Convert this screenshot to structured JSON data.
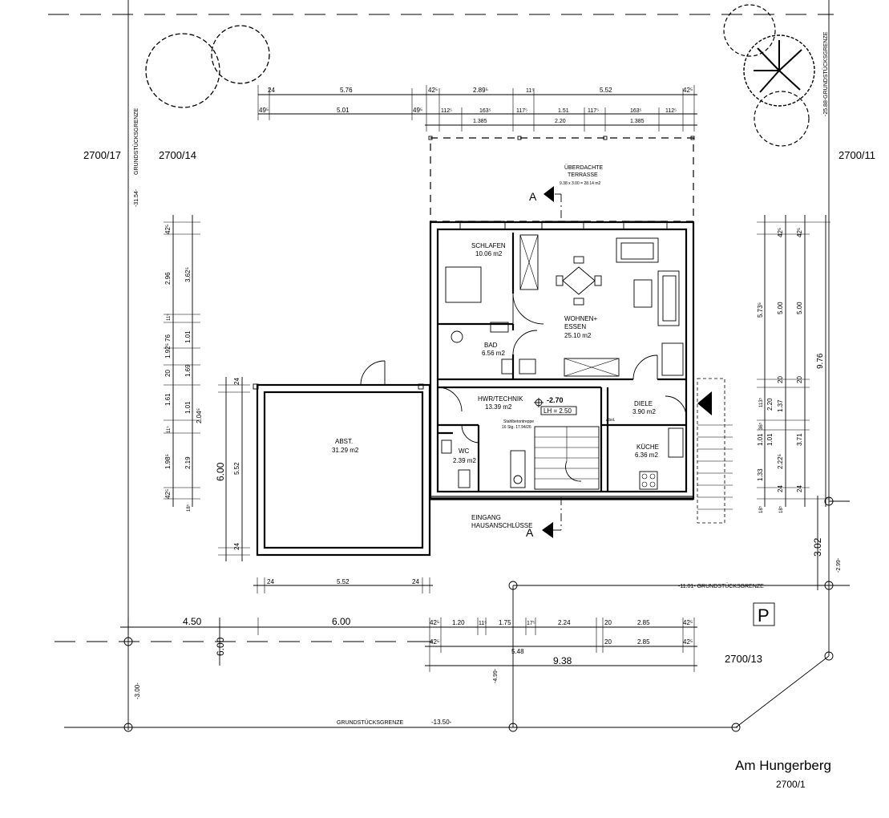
{
  "parcels": {
    "p2700_17": "2700/17",
    "p2700_14": "2700/14",
    "p2700_11": "2700/11",
    "p2700_13": "2700/13"
  },
  "street": {
    "name": "Am Hungerberg",
    "parcel": "2700/1"
  },
  "boundary": {
    "left_label": "GRUNDSTÜCKSGRENZE",
    "left_length": "-31.54-",
    "right_label": "-25.88-GRUNDSTÜCKSGRENZE",
    "mid_label": "-11.01-  GRUNDSTÜCKSGRENZE",
    "bottom_label": "GRUNDSTÜCKSGRENZE",
    "bottom_length": "-13.50-",
    "right_short": "-2.99-",
    "left_short": "-3.00-",
    "center_short": "-4.99-"
  },
  "rooms": {
    "terrace": {
      "name": "ÜBERDACHTE",
      "name2": "TERRASSE",
      "area": "9.38 x 3.00 = 28.14 m2"
    },
    "schlafen": {
      "name": "SCHLAFEN",
      "area": "10.06 m2"
    },
    "wohnen": {
      "name": "WOHNEN+",
      "name2": "ESSEN",
      "area": "25.10 m2"
    },
    "bad": {
      "name": "BAD",
      "area": "6.56 m2"
    },
    "hwr": {
      "name": "HWR/TECHNIK",
      "area": "13.39 m2"
    },
    "diele": {
      "name": "DIELE",
      "area": "3.90 m2"
    },
    "kueche": {
      "name": "KÜCHE",
      "area": "6.36 m2"
    },
    "wc": {
      "name": "WC",
      "area": "2.39 m2"
    },
    "abst": {
      "name": "ABST.",
      "area": "31.29 m2"
    },
    "entrance": {
      "name": "EINGANG",
      "name2": "HAUSANSCHLÜSSE"
    }
  },
  "annotations": {
    "section_marker": "A",
    "level": "-2.70",
    "clear_height": "LH = 2.50",
    "stairs": "Stahlbetontreppe",
    "stairs_detail": "16 Stg. 17.94/26",
    "abst_small": "Abst.",
    "parking": "P"
  },
  "dims_top": {
    "r1": [
      "24",
      "5.76",
      "42⁵",
      "2.89⁵",
      "11⁵",
      "5.52",
      "42⁵"
    ],
    "r2": [
      "49⁵",
      "5.01",
      "49⁵",
      "112⁵",
      "163⁵",
      "117⁵",
      "1.51",
      "117⁵",
      "163⁵",
      "112⁵"
    ],
    "r3": [
      "1.385",
      "2.20",
      "1.385"
    ]
  },
  "dims_left": [
    "42⁵",
    "2.96",
    "3.62⁵",
    "11⁵",
    "76",
    "1.01",
    "1.92⁵",
    "20",
    "1.69",
    "1.61",
    "1.01",
    "2.04⁵",
    "11⁵",
    "1.98⁵",
    "2.19",
    "42⁵",
    "18⁵"
  ],
  "dims_right": [
    "42⁵",
    "42⁵",
    "5.73⁵",
    "5.00",
    "5.00",
    "9.76",
    "20",
    "20",
    "113⁵",
    "1.37",
    "2.20",
    "36⁵",
    "1.01",
    "1.01",
    "3.71",
    "2.22⁵",
    "1.33",
    "24",
    "24",
    "18⁵",
    "18⁵"
  ],
  "dims_garage": [
    "24",
    "6.00",
    "5.52",
    "24"
  ],
  "dims_bottom": {
    "garage": [
      "24",
      "5.52",
      "24"
    ],
    "row1": [
      "4.50",
      "6.00",
      "42⁵",
      "1.20",
      "11⁵",
      "1.75",
      "17⁵",
      "2.24",
      "20",
      "2.85",
      "42⁵"
    ],
    "row2": [
      "42⁵",
      "5.48",
      "20",
      "2.85",
      "42⁵"
    ],
    "total": "9.38",
    "vertical": "6.00",
    "right_vertical": "3.02"
  }
}
